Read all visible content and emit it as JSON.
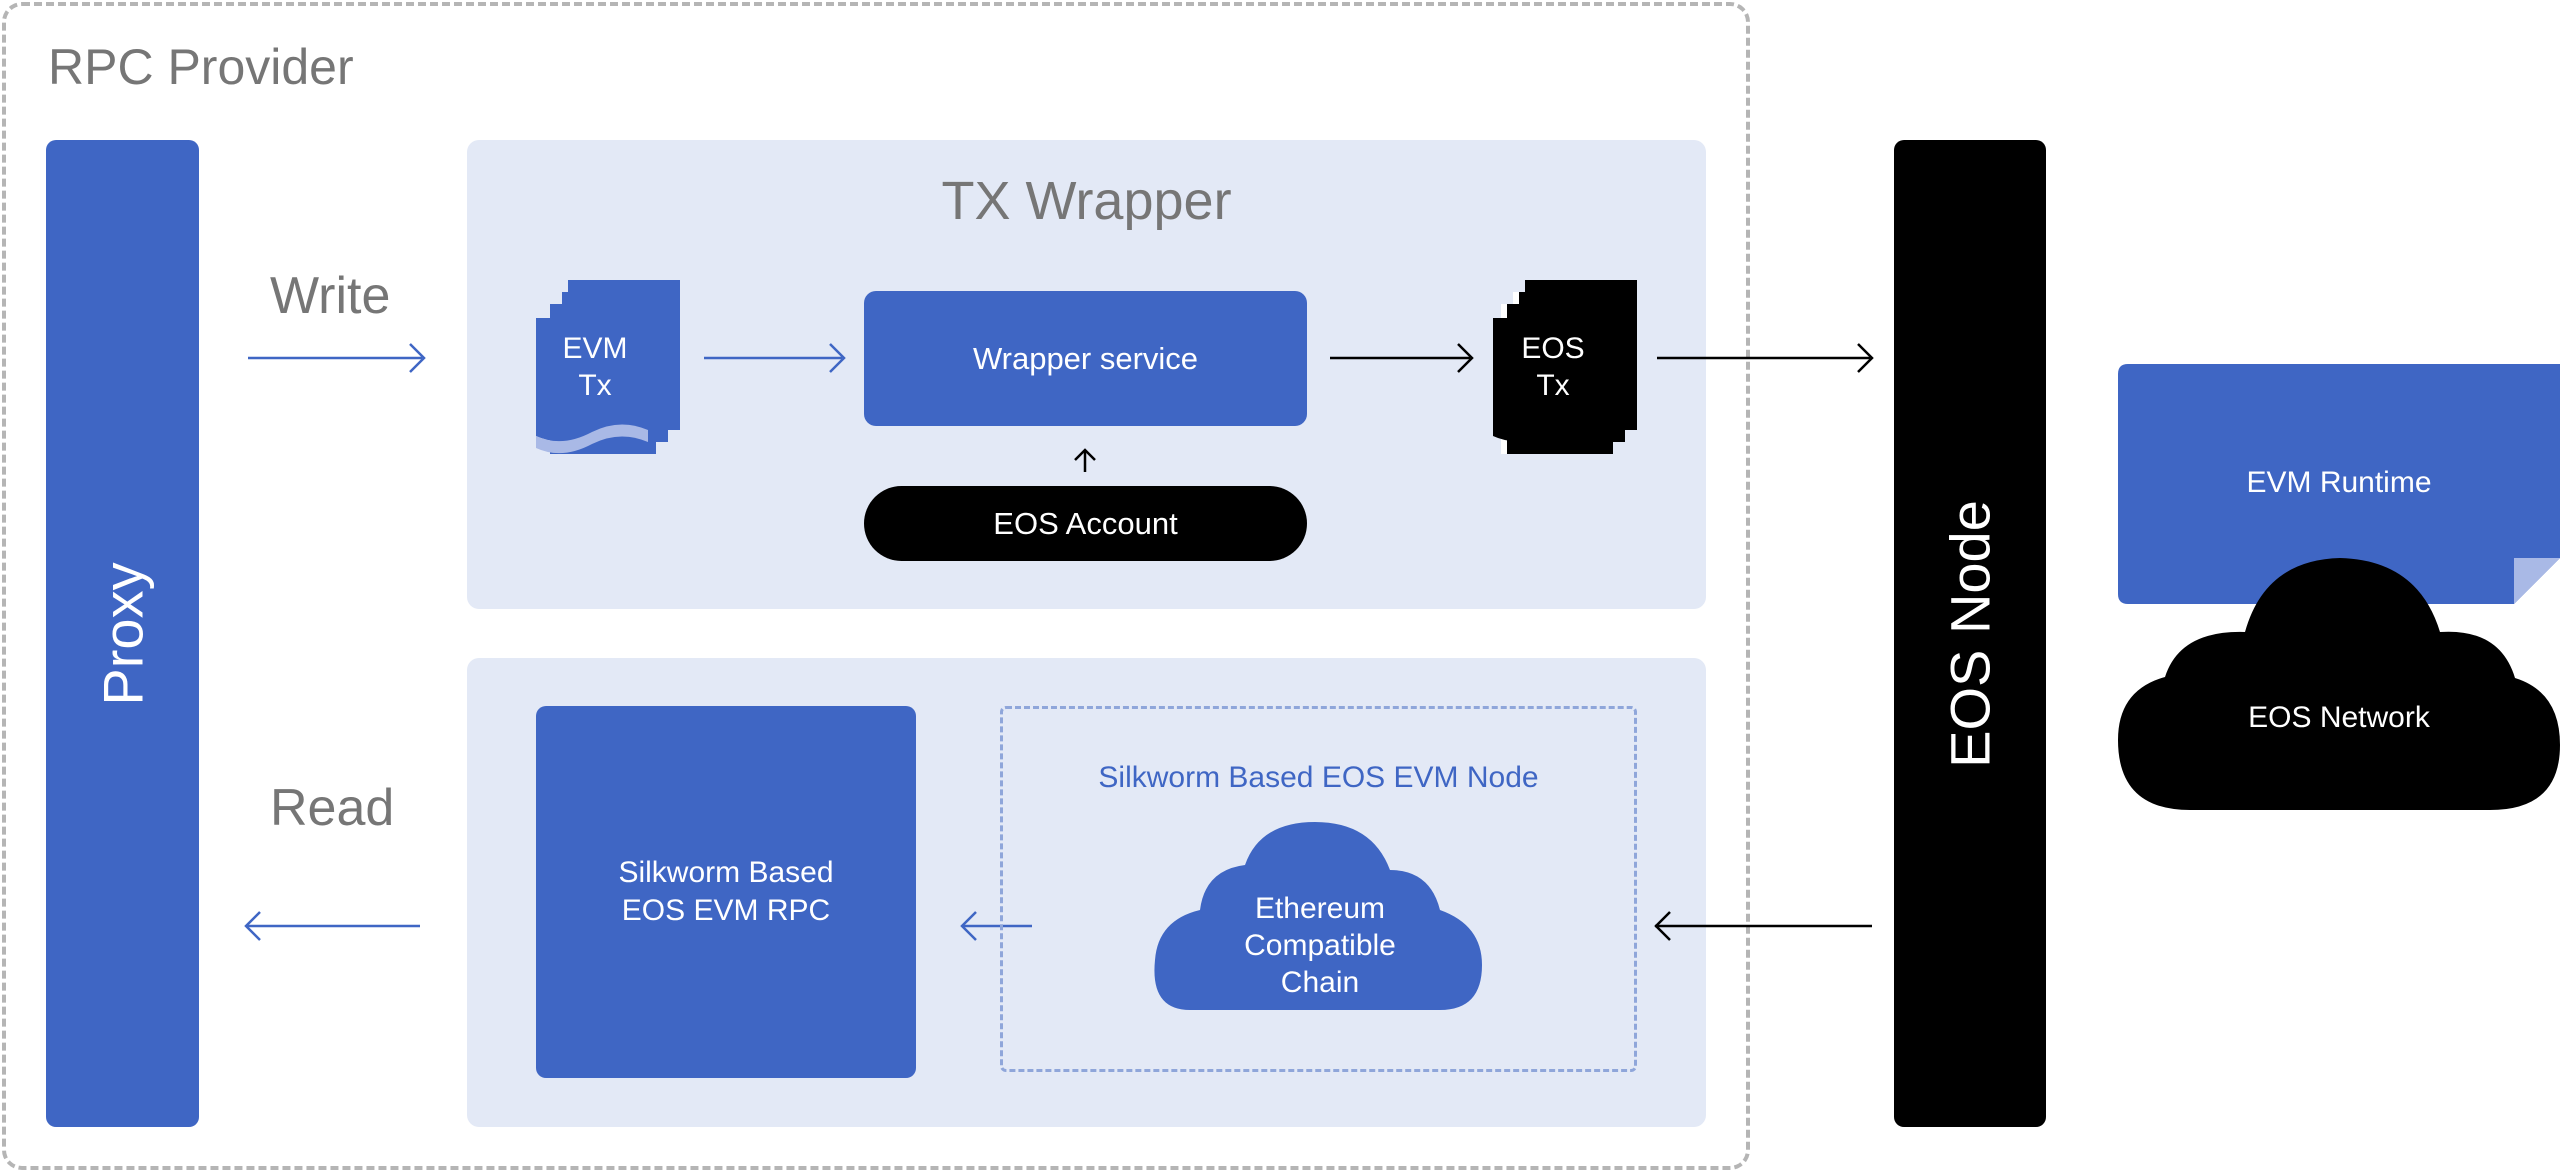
{
  "container": {
    "title": "RPC Provider"
  },
  "proxy": {
    "label": "Proxy"
  },
  "flows": {
    "write_label": "Write",
    "read_label": "Read"
  },
  "tx_wrapper": {
    "title": "TX Wrapper",
    "evm_tx": {
      "line1": "EVM",
      "line2": "Tx"
    },
    "wrapper_service": "Wrapper service",
    "eos_account": "EOS Account",
    "eos_tx": {
      "line1": "EOS",
      "line2": "Tx"
    }
  },
  "read_path": {
    "rpc_box": {
      "line1": "Silkworm Based",
      "line2": "EOS EVM RPC"
    },
    "node_box": {
      "title": "Silkworm Based EOS EVM Node",
      "cloud": {
        "line1": "Ethereum",
        "line2": "Compatible",
        "line3": "Chain"
      }
    }
  },
  "eos_node": {
    "label": "EOS Node"
  },
  "eos_network": {
    "runtime_label": "EVM Runtime",
    "network_label": "EOS Network"
  },
  "colors": {
    "primary_blue": "#3f66c4",
    "panel_bg": "#e3e9f6",
    "light_blue": "#a9b9e6",
    "black": "#000000",
    "gray_text": "#767676",
    "dash_gray": "#b5b5b5"
  }
}
